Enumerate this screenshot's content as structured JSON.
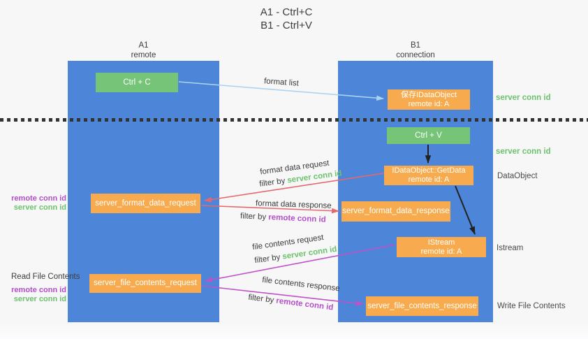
{
  "title": {
    "line1": "A1 - Ctrl+C",
    "line2": "B1 - Ctrl+V"
  },
  "columns": {
    "left": {
      "name": "A1",
      "subtitle": "remote"
    },
    "right": {
      "name": "B1",
      "subtitle": "connection"
    }
  },
  "boxes": {
    "ctrl_c": {
      "label": "Ctrl + C"
    },
    "save_idataobject": {
      "line1": "保存IDataObject",
      "line2": "remote id: A"
    },
    "ctrl_v": {
      "label": "Ctrl + V"
    },
    "getdata": {
      "line1": "IDataObject::GetData",
      "line2": "remote id: A"
    },
    "format_request": {
      "label": "server_format_data_request"
    },
    "format_response": {
      "label": "server_format_data_response"
    },
    "istream": {
      "line1": "IStream",
      "line2": "remote id: A"
    },
    "file_request": {
      "label": "server_file_contents_request"
    },
    "file_response": {
      "label": "server_file_contents_response"
    }
  },
  "flow_labels": {
    "format_list": "format list",
    "format_data_request": "format data request",
    "format_data_response": "format data response",
    "file_contents_request": "file contents request",
    "file_contents_response": "file contents response",
    "filter_by": "filter by ",
    "server_conn_id": "server conn id",
    "remote_conn_id": "remote conn id"
  },
  "side_labels": {
    "left_remote_conn_id_1": "remote conn id",
    "left_server_conn_id_1": "server conn id",
    "read_file_contents": "Read File Contents",
    "left_remote_conn_id_2": "remote conn id",
    "left_server_conn_id_2": "server conn id",
    "right_server_conn_id_1": "server conn id",
    "right_server_conn_id_2": "server conn id",
    "dataobject": "DataObject",
    "istream": "Istream",
    "write_file_contents": "Write File Contents"
  },
  "colors": {
    "column_blue": "#4d86d8",
    "box_green": "#76c478",
    "box_orange": "#f8ab4e",
    "accent_green": "#6cc26e",
    "accent_purple": "#b44ecb",
    "arrow_red": "#e5686e",
    "arrow_light_blue": "#a9d4f0",
    "arrow_purple": "#bf52c8",
    "arrow_black": "#222222"
  }
}
